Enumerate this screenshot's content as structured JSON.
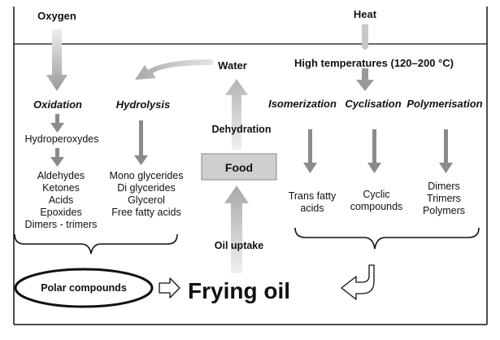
{
  "inputs": {
    "oxygen": "Oxygen",
    "heat": "Heat"
  },
  "water": "Water",
  "high_temp": "High temperatures (120–200 °C)",
  "processes": {
    "oxidation": "Oxidation",
    "hydrolysis": "Hydrolysis",
    "isomerization": "Isomerization",
    "cyclisation": "Cyclisation",
    "polymerisation": "Polymerisation"
  },
  "hydroperoxydes": "Hydroperoxydes",
  "oxidation_products": [
    "Aldehydes",
    "Ketones",
    "Acids",
    "Epoxides",
    "Dimers - trimers"
  ],
  "hydrolysis_products": [
    "Mono glycerides",
    "Di glycerides",
    "Glycerol",
    "Free fatty acids"
  ],
  "dehydration": "Dehydration",
  "food": "Food",
  "oil_uptake": "Oil uptake",
  "thermal_products": {
    "trans": [
      "Trans fatty",
      "acids"
    ],
    "cyclic": [
      "Cyclic",
      "compounds"
    ],
    "polymers": [
      "Dimers",
      "Trimers",
      "Polymers"
    ]
  },
  "polar_compounds": "Polar compounds",
  "frying_oil": "Frying oil",
  "colors": {
    "arrow_light": "#d2d2d2",
    "arrow_mid": "#9a9a9a",
    "arrow_dark": "#8a8a8a",
    "food_box": "#cfcfcf",
    "line": "#111111"
  }
}
